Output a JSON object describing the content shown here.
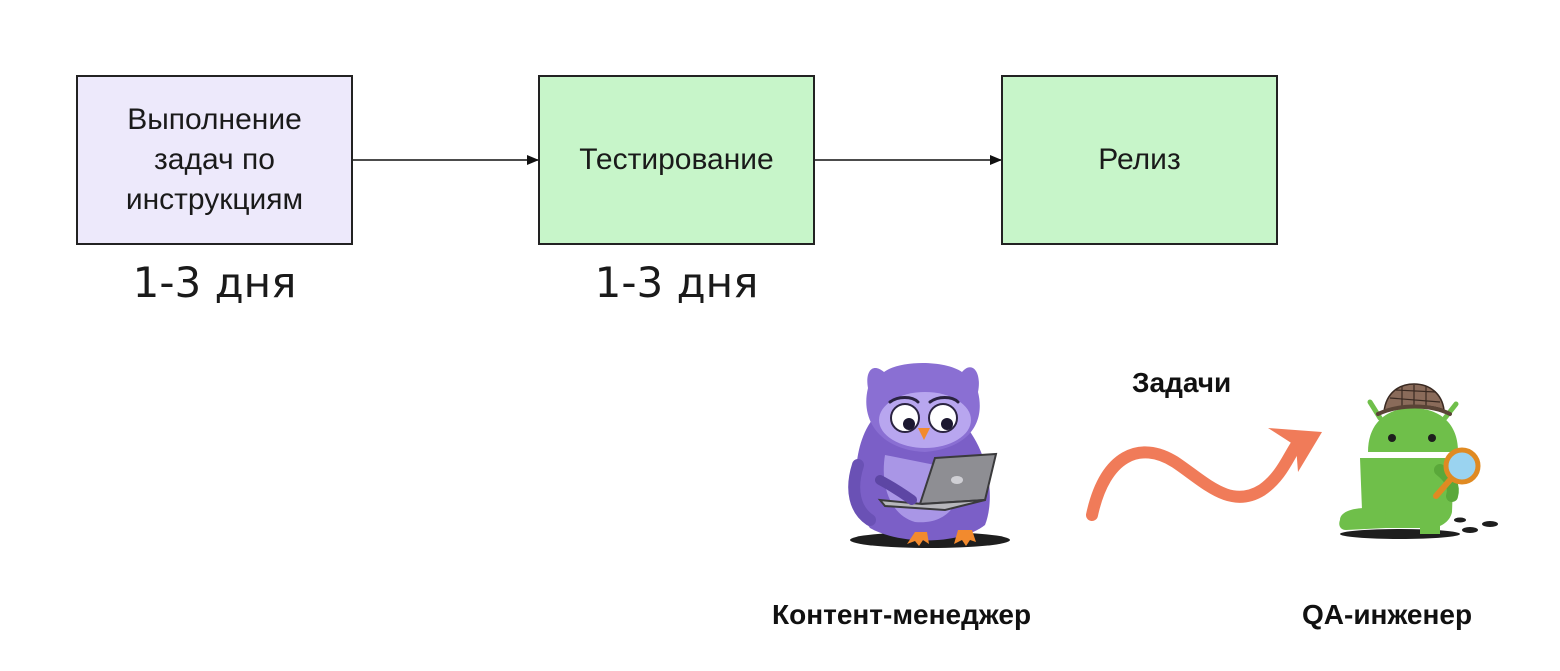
{
  "flow": {
    "steps": [
      {
        "label": "Выполнение\nзадач по\nинструкциям",
        "fill": "#ede9fb"
      },
      {
        "label": "Тестирование",
        "fill": "#c7f5c9"
      },
      {
        "label": "Релиз",
        "fill": "#c7f5c9"
      }
    ],
    "durations": [
      "1-3 дня",
      "1-3 дня"
    ]
  },
  "handoff": {
    "arrow_label": "Задачи",
    "arrow_color": "#f07b59",
    "from": {
      "label": "Контент-менеджер",
      "icon": "owl-with-laptop-icon",
      "color": "#7b5fc7"
    },
    "to": {
      "label": "QA-инженер",
      "icon": "android-detective-icon",
      "color": "#6fbf4a"
    }
  }
}
